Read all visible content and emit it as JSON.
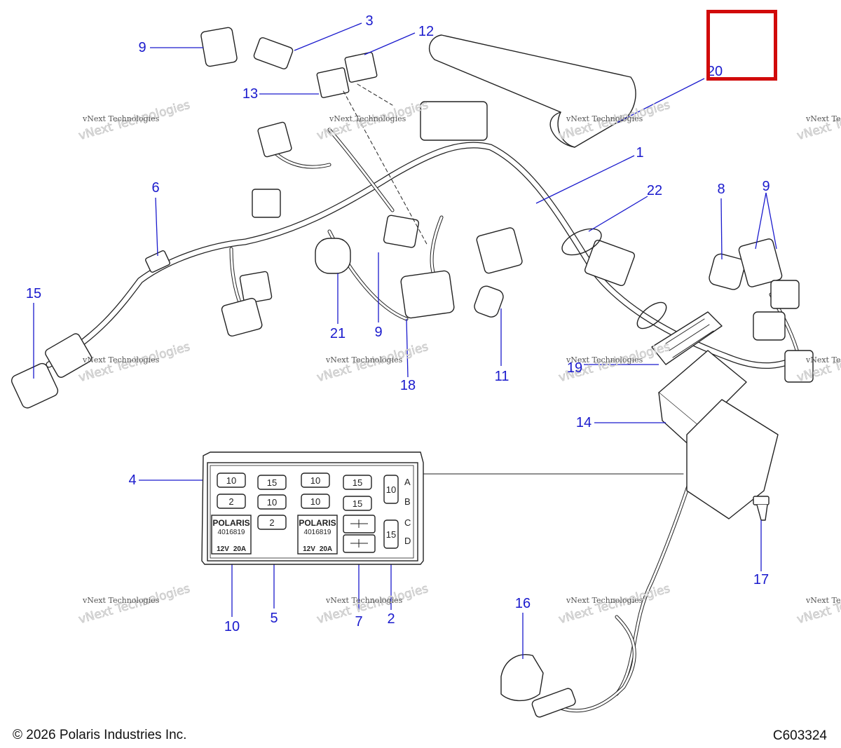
{
  "diagram": {
    "callouts": [
      {
        "label": "1"
      },
      {
        "label": "2"
      },
      {
        "label": "3"
      },
      {
        "label": "4"
      },
      {
        "label": "5"
      },
      {
        "label": "6"
      },
      {
        "label": "7"
      },
      {
        "label": "8"
      },
      {
        "label": "9"
      },
      {
        "label": "9"
      },
      {
        "label": "9"
      },
      {
        "label": "10"
      },
      {
        "label": "11"
      },
      {
        "label": "12"
      },
      {
        "label": "13"
      },
      {
        "label": "14"
      },
      {
        "label": "15"
      },
      {
        "label": "16"
      },
      {
        "label": "17"
      },
      {
        "label": "18"
      },
      {
        "label": "19"
      },
      {
        "label": "20"
      },
      {
        "label": "21"
      },
      {
        "label": "22"
      }
    ],
    "fuse_box": {
      "fuses_row1": [
        "10",
        "15",
        "10",
        "15"
      ],
      "fuses_row2": [
        "2",
        "10",
        "10",
        "15"
      ],
      "fuse_row3": "2",
      "side_fuses": [
        "10",
        "15"
      ],
      "slot_letters": [
        "A",
        "B",
        "C",
        "D"
      ],
      "relay_brand": "POLARIS",
      "relay_part": "4016819",
      "relay_voltage": "12V",
      "relay_amps": "20A"
    },
    "watermark_small": "vNext Technologies",
    "watermark_big": "vNext Technologies"
  },
  "footer": {
    "copyright": "© 2026 Polaris Industries Inc.",
    "figure_id": "C603324"
  },
  "colors": {
    "callout": "#1a1acd",
    "highlight": "#d10a0a",
    "line": "#222222"
  }
}
